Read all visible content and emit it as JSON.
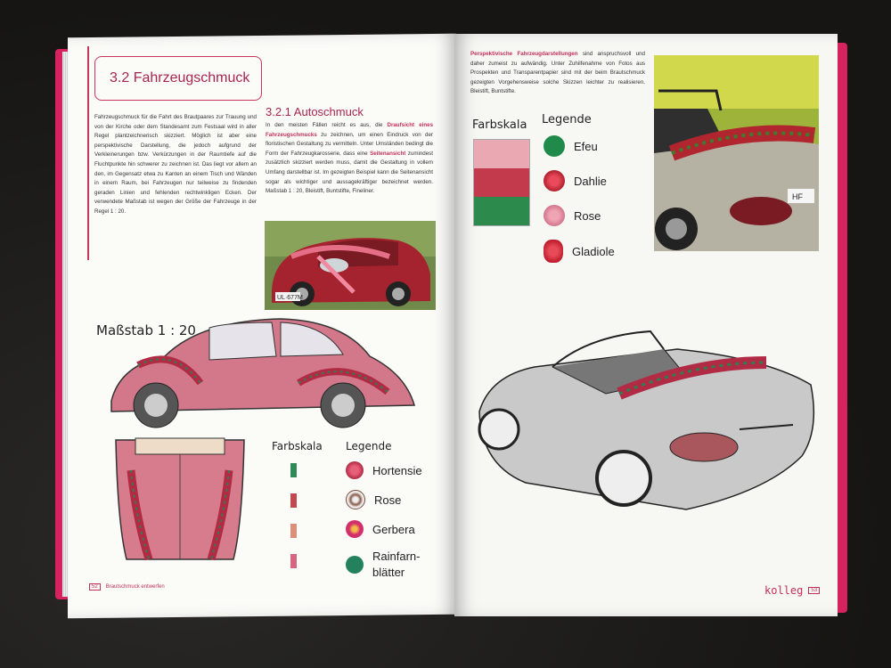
{
  "left_page": {
    "section_title": "3.2 Fahrzeugschmuck",
    "intro_paragraph": "Fahrzeugschmuck für die Fahrt des Brautpaares zur Trauung und von der Kirche oder dem Standesamt zum Festsaal wird in aller Regel plantzeichnerisch skizziert. Möglich ist aber eine perspektivische Darstellung, die jedoch aufgrund der Verkleinerungen bzw. Verkürzungen in der Raumtiefe auf die Fluchtpunkte hin schwerer zu zeichnen ist. Das liegt vor allem an den, im Gegensatz etwa zu Kanten an einem Tisch und Wänden in einem Raum, bei Fahrzeugen nur teilweise zu findenden geraden Linien und fehlenden rechtwinkligen Ecken. Der verwendete Maßstab ist wegen der Größe der Fahrzeuge in der Regel 1 : 20.",
    "subsection_title": "3.2.1 Autoschmuck",
    "sub_paragraph_parts": {
      "p1": "In den meisten Fällen reicht es aus, die ",
      "h1": "Draufsicht eines Fahrzeugschmucks",
      "p2": " zu zeichnen, um einen Eindruck von der floristischen Gestaltung zu vermitteln. Unter Umständen bedingt die Form der Fahrzeugkarosserie, dass eine ",
      "h2": "Seitenansicht",
      "p3": " zumindest zusätzlich skizziert werden muss, damit die Gestaltung in vollem Umfang darstellbar ist. Im gezeigten Beispiel kann die Seitenansicht sogar als wichtiger und aussagekräftiger bezeichnet werden. Maßstab 1 : 20, Bleistift, Buntstifte, Fineliner."
    },
    "photo_plate": "UL·677M",
    "scale_label": "Maßstab 1 : 20",
    "farbskala_label": "Farbskala",
    "legende_label": "Legende",
    "legend": [
      "Hortensie",
      "Rose",
      "Gerbera",
      "Rainfarn-\nblätter"
    ],
    "footer_page": "52",
    "footer_text": "Brautschmuck entwerfen"
  },
  "right_page": {
    "paragraph_parts": {
      "h1": "Perspektivische Fahrzeugdarstellungen",
      "p1": " sind anspruchsvoll und daher zumeist zu aufwändig. Unter Zuhilfenahme von Fotos aus Prospekten und Transparentpapier sind mit der beim Brautschmuck gezeigten Vorgehensweise solche Skizzen leichter zu realisieren. Bleistift, Buntstifte."
    },
    "farbskala_label": "Farbskala",
    "legende_label": "Legende",
    "legend": [
      "Efeu",
      "Dahlie",
      "Rose",
      "Gladiole"
    ],
    "photo_plate": "HF",
    "footer_brand": "kolleg",
    "footer_page": "53"
  },
  "colors": {
    "accent": "#c8365e",
    "book_edge": "#d6235f",
    "car_red": "#c8526a",
    "green": "#2f8a5a"
  }
}
